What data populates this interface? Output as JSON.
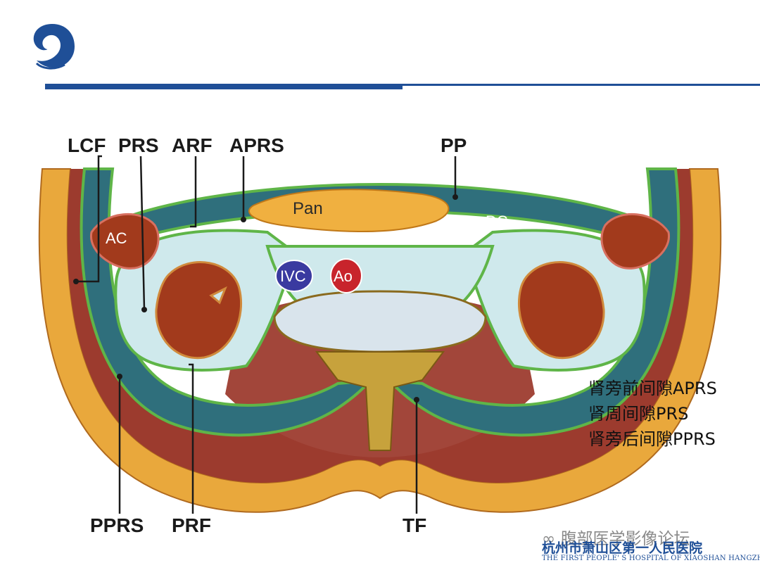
{
  "labels": {
    "lcf": "LCF",
    "prs": "PRS",
    "arf": "ARF",
    "aprs": "APRS",
    "pp": "PP",
    "pprs": "PPRS",
    "prf": "PRF",
    "tf": "TF"
  },
  "organs": {
    "pan": "Pan",
    "ac": "AC",
    "dc": "DC",
    "ivc": "IVC",
    "ao": "Ao"
  },
  "legend": [
    "肾旁前间隙APRS",
    "肾周间隙PRS",
    "肾旁后间隙PPRS"
  ],
  "watermark": {
    "account": "腹部医学影像论坛",
    "hospital_cn": "杭州市萧山区第一人民医院",
    "hospital_en": "THE FIRST PEOPLE' S HOSPITAL OF XIAOSHAN HANGZHOU"
  },
  "colors": {
    "brand": "#1f4f97",
    "fascia": "#5fb548",
    "fat_layer": "#e9a83c",
    "muscle": "#9c3b2e",
    "kidney": "#a23a1c",
    "space_fill": "#cfe9ec"
  }
}
